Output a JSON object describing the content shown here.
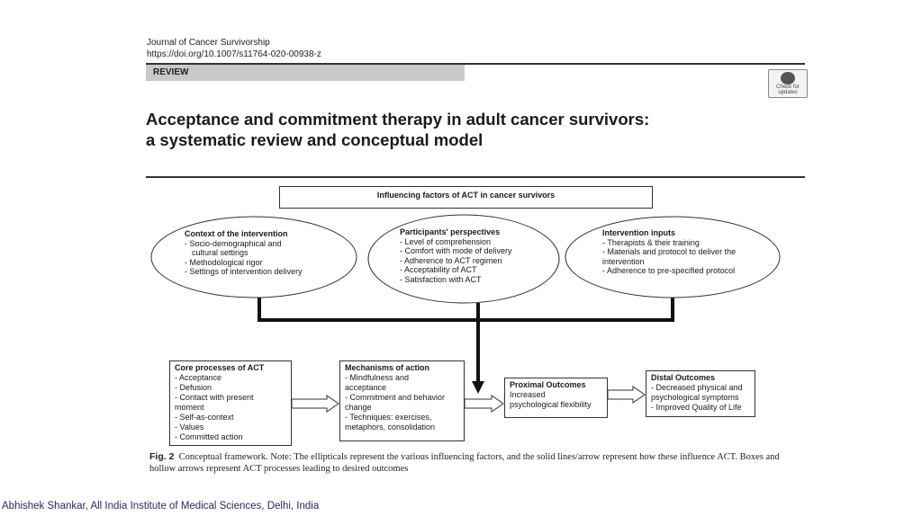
{
  "header": {
    "journal_name": "Journal of Cancer Survivorship",
    "doi": "https://doi.org/10.1007/s11764-020-00938-z",
    "section_label": "REVIEW",
    "badge_label_1": "Check for",
    "badge_label_2": "updates"
  },
  "article": {
    "title_line1": "Acceptance and commitment therapy in adult cancer survivors:",
    "title_line2": "a systematic review and conceptual model"
  },
  "figure": {
    "factors_heading": "Influencing factors of ACT in cancer survivors",
    "context": {
      "heading": "Context of the intervention",
      "items": [
        "- Socio-demographical and",
        "  cultural settings",
        "- Methodological rigor",
        "- Settings of intervention delivery"
      ]
    },
    "participants": {
      "heading": "Participants' perspectives",
      "items": [
        "- Level of comprehension",
        "- Comfort with mode of delivery",
        "- Adherence to ACT regimen",
        "- Acceptability of ACT",
        "- Satisfaction with ACT"
      ]
    },
    "inputs": {
      "heading": "Intervention inputs",
      "items": [
        "- Therapists & their training",
        "- Materials and protocol to deliver the",
        "intervention",
        "- Adherence to pre-specified protocol"
      ]
    },
    "core": {
      "heading": "Core processes of ACT",
      "items": [
        "- Acceptance",
        "- Defusion",
        "- Contact with present",
        "moment",
        "- Self-as-context",
        "- Values",
        "- Committed action"
      ]
    },
    "mechanisms": {
      "heading": "Mechanisms of action",
      "items": [
        "- Mindfulness and",
        "acceptance",
        "- Commitment and behavior",
        "change",
        "- Techniques: exercises,",
        "metaphors, consolidation"
      ]
    },
    "proximal": {
      "heading": "Proximal Outcomes",
      "items": [
        "Increased",
        "psychological flexibility"
      ]
    },
    "distal": {
      "heading": "Distal Outcomes",
      "items": [
        "- Decreased physical and",
        "psychological symptoms",
        "- Improved Quality of Life"
      ]
    },
    "caption_label": "Fig. 2",
    "caption_text": "Conceptual framework. Note: The ellipticals represent the various influencing factors, and the solid lines/arrow represent how these influence ACT. Boxes and hollow arrows represent ACT processes leading to desired outcomes"
  },
  "credit": "Abhishek Shankar, All India Institute of Medical Sciences, Delhi, India"
}
